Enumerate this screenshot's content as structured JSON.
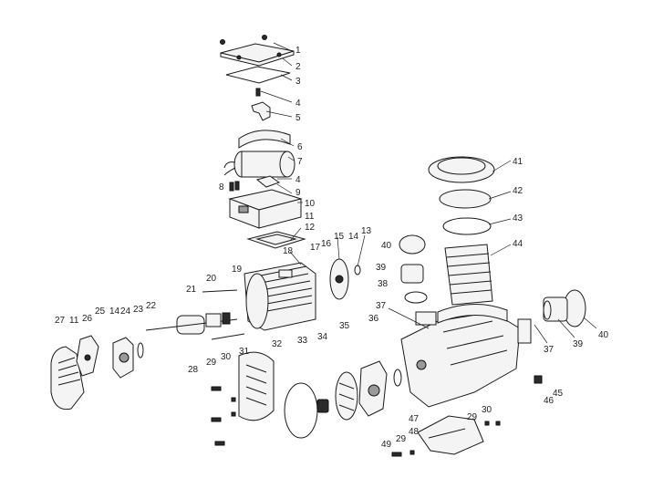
{
  "diagram": {
    "callouts": [
      {
        "id": "c1",
        "label": "1"
      },
      {
        "id": "c2",
        "label": "2"
      },
      {
        "id": "c3",
        "label": "3"
      },
      {
        "id": "c4a",
        "label": "4"
      },
      {
        "id": "c5",
        "label": "5"
      },
      {
        "id": "c6",
        "label": "6"
      },
      {
        "id": "c7",
        "label": "7"
      },
      {
        "id": "c4b",
        "label": "4"
      },
      {
        "id": "c9",
        "label": "9"
      },
      {
        "id": "c8",
        "label": "8"
      },
      {
        "id": "c10",
        "label": "10"
      },
      {
        "id": "c11a",
        "label": "11"
      },
      {
        "id": "c12",
        "label": "12"
      },
      {
        "id": "c13",
        "label": "13"
      },
      {
        "id": "c14a",
        "label": "14"
      },
      {
        "id": "c15",
        "label": "15"
      },
      {
        "id": "c16",
        "label": "16"
      },
      {
        "id": "c17",
        "label": "17"
      },
      {
        "id": "c18",
        "label": "18"
      },
      {
        "id": "c19",
        "label": "19"
      },
      {
        "id": "c20",
        "label": "20"
      },
      {
        "id": "c21",
        "label": "21"
      },
      {
        "id": "c22",
        "label": "22"
      },
      {
        "id": "c23",
        "label": "23"
      },
      {
        "id": "c24",
        "label": "24"
      },
      {
        "id": "c14b",
        "label": "14"
      },
      {
        "id": "c25",
        "label": "25"
      },
      {
        "id": "c26",
        "label": "26"
      },
      {
        "id": "c11b",
        "label": "11"
      },
      {
        "id": "c27",
        "label": "27"
      },
      {
        "id": "c28",
        "label": "28"
      },
      {
        "id": "c29a",
        "label": "29"
      },
      {
        "id": "c30a",
        "label": "30"
      },
      {
        "id": "c31",
        "label": "31"
      },
      {
        "id": "c32",
        "label": "32"
      },
      {
        "id": "c33",
        "label": "33"
      },
      {
        "id": "c34",
        "label": "34"
      },
      {
        "id": "c35",
        "label": "35"
      },
      {
        "id": "c36",
        "label": "36"
      },
      {
        "id": "c37a",
        "label": "37"
      },
      {
        "id": "c38",
        "label": "38"
      },
      {
        "id": "c39a",
        "label": "39"
      },
      {
        "id": "c40a",
        "label": "40"
      },
      {
        "id": "c41",
        "label": "41"
      },
      {
        "id": "c42",
        "label": "42"
      },
      {
        "id": "c43",
        "label": "43"
      },
      {
        "id": "c44",
        "label": "44"
      },
      {
        "id": "c37b",
        "label": "37"
      },
      {
        "id": "c39b",
        "label": "39"
      },
      {
        "id": "c40b",
        "label": "40"
      },
      {
        "id": "c45",
        "label": "45"
      },
      {
        "id": "c46",
        "label": "46"
      },
      {
        "id": "c47",
        "label": "47"
      },
      {
        "id": "c48",
        "label": "48"
      },
      {
        "id": "c49",
        "label": "49"
      },
      {
        "id": "c29b",
        "label": "29"
      },
      {
        "id": "c29c",
        "label": "29"
      },
      {
        "id": "c30b",
        "label": "30"
      }
    ]
  }
}
